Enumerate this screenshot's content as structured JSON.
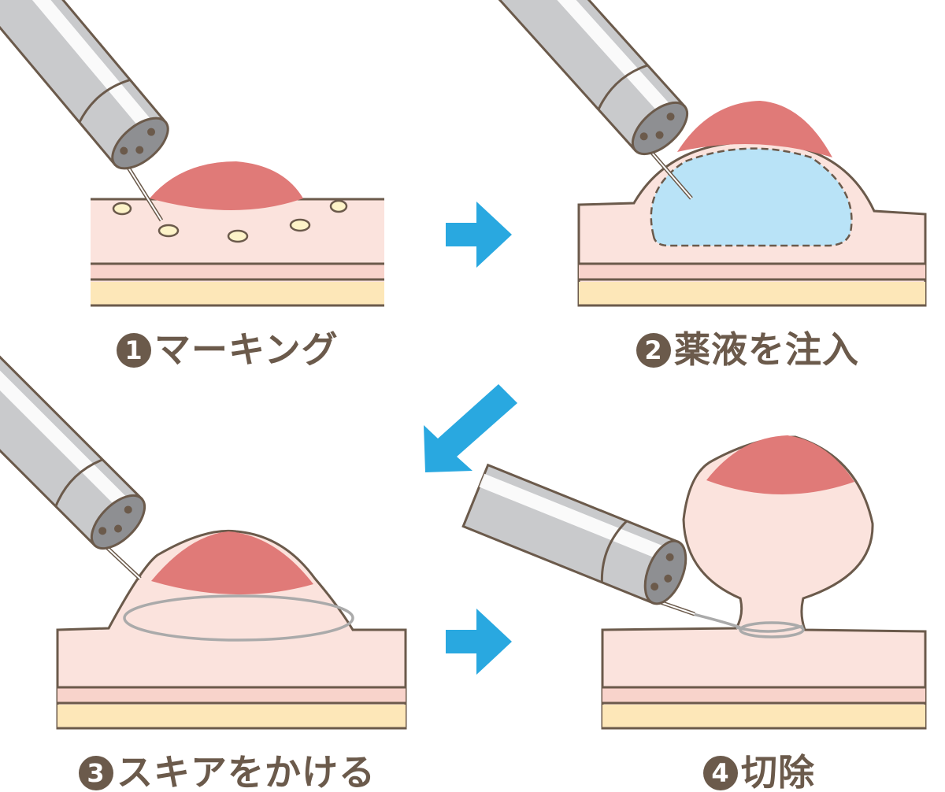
{
  "steps": [
    {
      "number": "1",
      "label": "マーキング"
    },
    {
      "number": "2",
      "label": "薬液を注入"
    },
    {
      "number": "3",
      "label": "スキアをかける"
    },
    {
      "number": "4",
      "label": "切除"
    }
  ],
  "colors": {
    "outline": "#6b5a4b",
    "tissue": "#fbe3dd",
    "muscle": "#f8d3cb",
    "fat": "#fde7b8",
    "lesion": "#e07a78",
    "fluid": "#b9e3f7",
    "arrow": "#29a8e0",
    "scope": "#c9cacc"
  }
}
